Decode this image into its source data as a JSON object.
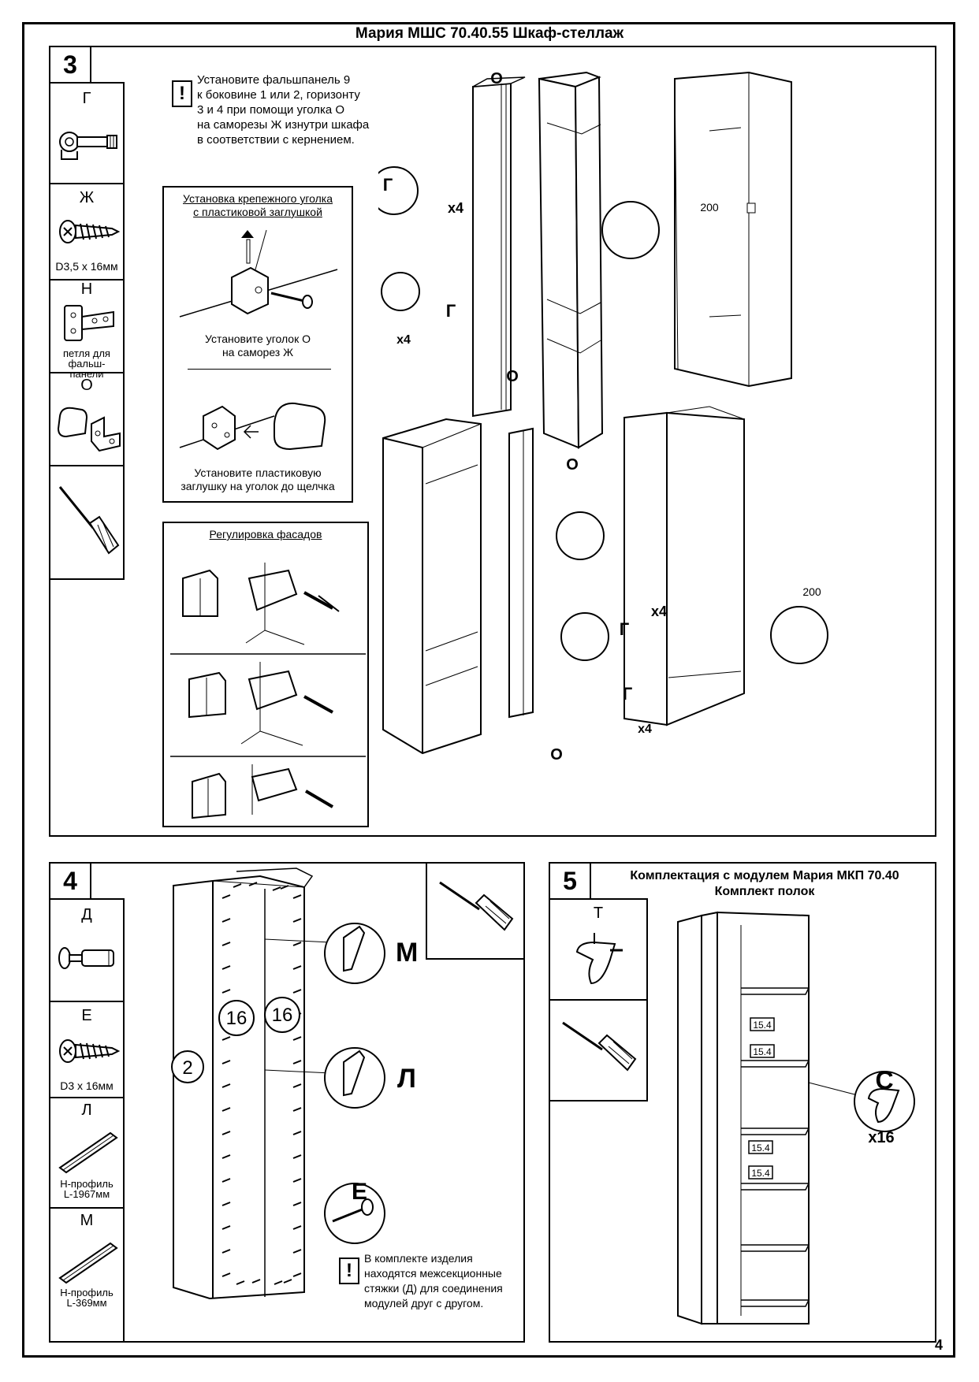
{
  "title": "Мария МШС 70.40.55 Шкаф-стеллаж",
  "page_number": "4",
  "section3": {
    "number": "3",
    "parts": [
      {
        "code": "Г",
        "note": ""
      },
      {
        "code": "Ж",
        "note": "D3,5 х 16мм"
      },
      {
        "code": "Н",
        "note": "петля для фальш-панели"
      },
      {
        "code": "О",
        "note": ""
      }
    ],
    "instruction_lines": [
      "Установите фальшпанель 9",
      "к боковине 1 или 2, горизонту",
      "3 и 4 при помощи уголка О",
      "на саморезы Ж изнутри шкафа",
      "в соответствии с кернением."
    ],
    "bracket_box": {
      "title_line1": "Установка крепежного уголка",
      "title_line2": "с пластиковой заглушкой",
      "caption1_line1": "Установите  уголок О",
      "caption1_line2": "на саморез Ж",
      "caption2_line1": "Установите пластиковую",
      "caption2_line2": "заглушку на уголок до щелчка"
    },
    "facade_box": {
      "title": "Регулировка фасадов"
    },
    "callouts": {
      "g": "Г",
      "x4": "х4",
      "o": "О",
      "dim": "200"
    }
  },
  "section4": {
    "number": "4",
    "parts": [
      {
        "code": "Д",
        "note": ""
      },
      {
        "code": "Е",
        "note": "D3 х 16мм"
      },
      {
        "code": "Л",
        "note_line1": "Н-профиль",
        "note_line2": "L-1967мм"
      },
      {
        "code": "М",
        "note_line1": "Н-профиль",
        "note_line2": "L-369мм"
      }
    ],
    "callouts": {
      "m": "М",
      "l": "Л",
      "e": "Е",
      "count": "16",
      "panel": "2"
    },
    "warning_lines": [
      "В комплекте изделия",
      "находятся межсекционные",
      "стяжки (Д) для соединения",
      "модулей друг с другом."
    ]
  },
  "section5": {
    "number": "5",
    "title_line1": "Комплектация с модулем Мария МКП 70.40",
    "title_line2": "Комплект полок",
    "parts": [
      {
        "code": "Т",
        "note": ""
      }
    ],
    "callouts": {
      "c": "С",
      "x16": "х16",
      "shelf": "15.4"
    }
  }
}
